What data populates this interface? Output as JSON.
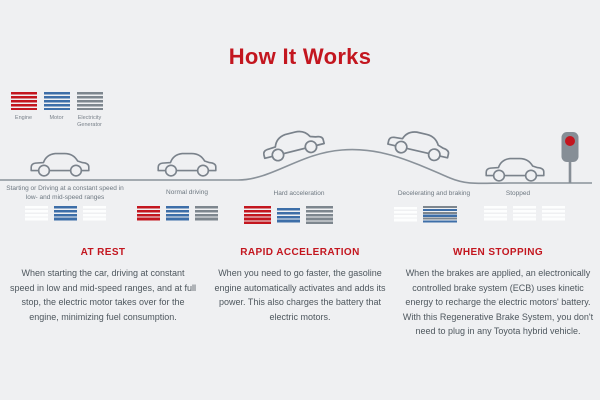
{
  "title": "How It Works",
  "colors": {
    "background": "#eff0f2",
    "accent_red": "#c3161f",
    "motor_blue": "#3d6ea8",
    "generator_gray": "#7d868e"
  },
  "legend": {
    "items": [
      {
        "label": "Engine",
        "color": "#c3161f"
      },
      {
        "label": "Motor",
        "color": "#3d6ea8"
      },
      {
        "label": "Electricity Generator",
        "color": "#7d868e"
      }
    ]
  },
  "stages": [
    {
      "label": "Starting or Driving at a constant speed in low- and mid-speed ranges",
      "bars": [
        "inactive",
        "motor",
        "inactive"
      ]
    },
    {
      "label": "Normal driving",
      "bars": [
        "engine",
        "motor",
        "generator"
      ]
    },
    {
      "label": "Hard acceleration",
      "bars": [
        "engine lg",
        "motor",
        "generator lg"
      ]
    },
    {
      "label": "Decelerating and braking",
      "bars": [
        "inactive",
        "regen"
      ]
    },
    {
      "label": "Stopped",
      "bars": [
        "inactive",
        "inactive",
        "inactive"
      ]
    }
  ],
  "sections": [
    {
      "heading": "AT REST",
      "body": "When starting the car, driving at constant speed in low and mid-speed ranges, and at full stop, the electric motor takes over for the engine, minimizing fuel consumption."
    },
    {
      "heading": "RAPID ACCELERATION",
      "body": "When you need to go faster, the gasoline engine automatically activates and adds its power. This also charges the battery that electric motors."
    },
    {
      "heading": "WHEN STOPPING",
      "body": "When the brakes are applied, an electronically controlled brake system (ECB) uses kinetic energy to recharge the electric motors' battery. With this Regenerative Brake System, you don't need to plug in any Toyota hybrid vehicle."
    }
  ]
}
